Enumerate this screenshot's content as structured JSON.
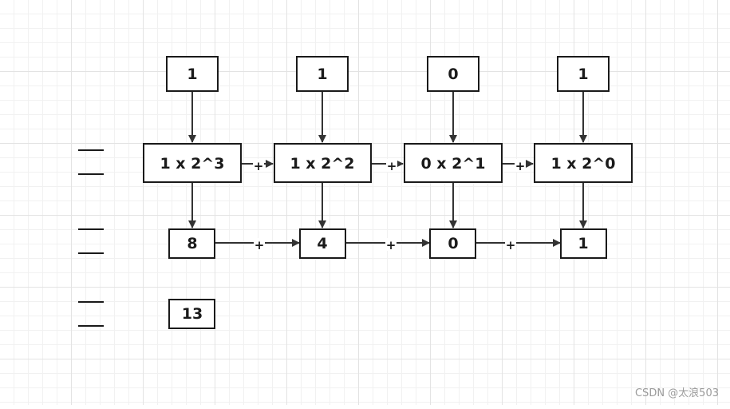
{
  "bits": [
    "1",
    "1",
    "0",
    "1"
  ],
  "terms": [
    "1 x 2^3",
    "1 x 2^2",
    "0 x 2^1",
    "1 x 2^0"
  ],
  "values": [
    "8",
    "4",
    "0",
    "1"
  ],
  "result": "13",
  "operator": "+",
  "watermark": "CSDN @太浪503",
  "colors": {
    "stroke": "#1a1a1a",
    "arrow": "#333333",
    "grid_major": "#e3e3e3",
    "grid_minor": "#f1f1f1",
    "watermark": "#9a9a9a"
  }
}
